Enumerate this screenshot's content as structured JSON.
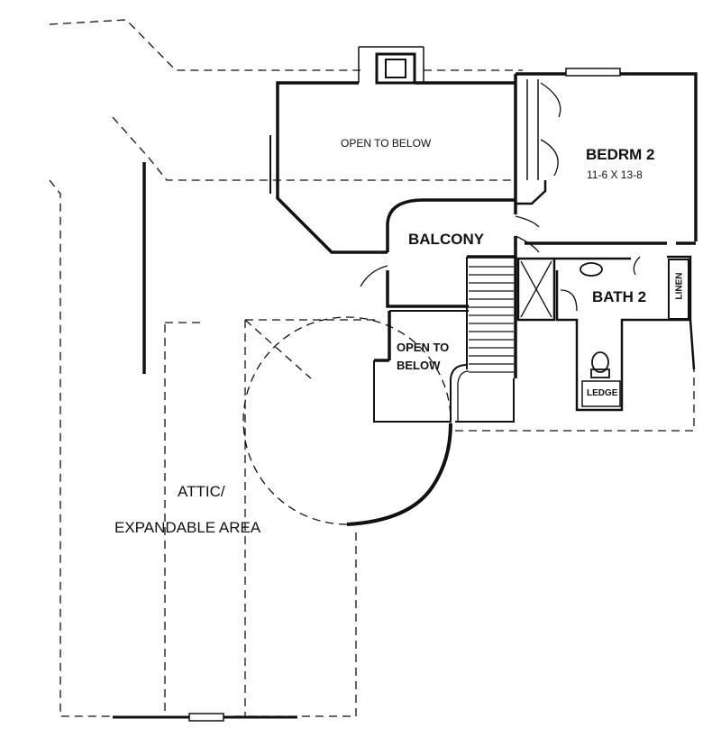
{
  "rooms": {
    "open_to_below_upper": "OPEN TO BELOW",
    "bedroom_name": "BEDRM 2",
    "bedroom_size": "11-6 X 13-8",
    "balcony": "BALCONY",
    "bath": "BATH 2",
    "linen": "LINEN",
    "open_to_below_lower_1": "OPEN TO",
    "open_to_below_lower_2": "BELOW",
    "ledge": "LEDGE",
    "attic_1": "ATTIC/",
    "attic_2": "EXPANDABLE AREA"
  },
  "colors": {
    "line": "#111111",
    "background": "#ffffff"
  }
}
